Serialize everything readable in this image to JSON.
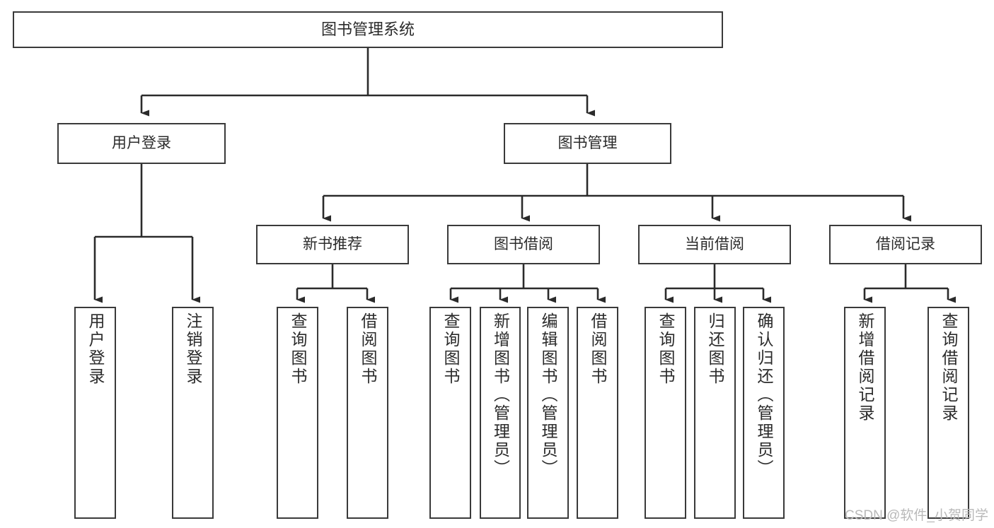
{
  "diagram": {
    "title": "图书管理系统",
    "type": "tree",
    "watermark": "CSDN @软件_小贺同学",
    "colors": {
      "box_border": "#3a3a3a",
      "box_fill": "#ffffff",
      "connector": "#2b2b2b",
      "text": "#2b2b2b",
      "watermark": "#b9b9b9",
      "background": "#ffffff"
    },
    "levels": {
      "root": [
        "图书管理系统"
      ],
      "level2": [
        "用户登录",
        "图书管理"
      ],
      "level3": [
        "新书推荐",
        "图书借阅",
        "当前借阅",
        "借阅记录"
      ],
      "level4": [
        "用户登录",
        "注销登录",
        "查询图书",
        "借阅图书",
        "查询图书",
        "新增图书（管理员）",
        "编辑图书（管理员）",
        "借阅图书",
        "查询图书",
        "归还图书",
        "确认归还（管理员）",
        "新增借阅记录",
        "查询借阅记录"
      ]
    },
    "nodes": {
      "root": {
        "label": "图书管理系统"
      },
      "user_login": {
        "label": "用户登录"
      },
      "book_manage": {
        "label": "图书管理"
      },
      "new_book_rec": {
        "label": "新书推荐"
      },
      "book_borrow": {
        "label": "图书借阅"
      },
      "current_borrow": {
        "label": "当前借阅"
      },
      "borrow_record": {
        "label": "借阅记录"
      },
      "leaf_user_login": {
        "label": "用户登录"
      },
      "leaf_logout": {
        "label": "注销登录"
      },
      "leaf_query_book_1": {
        "label": "查询图书"
      },
      "leaf_borrow_book_1": {
        "label": "借阅图书"
      },
      "leaf_query_book_2": {
        "label": "查询图书"
      },
      "leaf_add_book": {
        "label": "新增图书（管理员）"
      },
      "leaf_edit_book": {
        "label": "编辑图书（管理员）"
      },
      "leaf_borrow_book_2": {
        "label": "借阅图书"
      },
      "leaf_query_book_3": {
        "label": "查询图书"
      },
      "leaf_return_book": {
        "label": "归还图书"
      },
      "leaf_confirm_return": {
        "label": "确认归还（管理员）"
      },
      "leaf_add_record": {
        "label": "新增借阅记录"
      },
      "leaf_query_record": {
        "label": "查询借阅记录"
      }
    },
    "edges": [
      {
        "from": "root",
        "to": "user_login"
      },
      {
        "from": "root",
        "to": "book_manage"
      },
      {
        "from": "user_login",
        "to": "leaf_user_login"
      },
      {
        "from": "user_login",
        "to": "leaf_logout"
      },
      {
        "from": "book_manage",
        "to": "new_book_rec"
      },
      {
        "from": "book_manage",
        "to": "book_borrow"
      },
      {
        "from": "book_manage",
        "to": "current_borrow"
      },
      {
        "from": "book_manage",
        "to": "borrow_record"
      },
      {
        "from": "new_book_rec",
        "to": "leaf_query_book_1"
      },
      {
        "from": "new_book_rec",
        "to": "leaf_borrow_book_1"
      },
      {
        "from": "book_borrow",
        "to": "leaf_query_book_2"
      },
      {
        "from": "book_borrow",
        "to": "leaf_add_book"
      },
      {
        "from": "book_borrow",
        "to": "leaf_edit_book"
      },
      {
        "from": "book_borrow",
        "to": "leaf_borrow_book_2"
      },
      {
        "from": "current_borrow",
        "to": "leaf_query_book_3"
      },
      {
        "from": "current_borrow",
        "to": "leaf_return_book"
      },
      {
        "from": "current_borrow",
        "to": "leaf_confirm_return"
      },
      {
        "from": "borrow_record",
        "to": "leaf_add_record"
      },
      {
        "from": "borrow_record",
        "to": "leaf_query_record"
      }
    ]
  }
}
